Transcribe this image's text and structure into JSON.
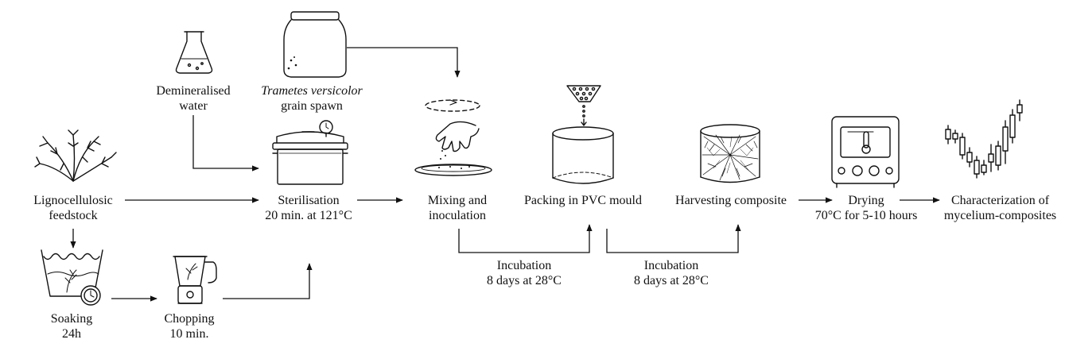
{
  "nodes": {
    "water": {
      "line1": "Demineralised",
      "line2": "water"
    },
    "spawn": {
      "line1": "Trametes versicolor",
      "line2": "grain spawn"
    },
    "feedstock": {
      "line1": "Lignocellulosic",
      "line2": "feedstock"
    },
    "soaking": {
      "line1": "Soaking",
      "line2": "24h"
    },
    "chopping": {
      "line1": "Chopping",
      "line2": "10 min."
    },
    "sterilisation": {
      "line1": "Sterilisation",
      "line2": "20 min. at 121°C"
    },
    "mixing": {
      "line1": "Mixing and",
      "line2": "inoculation"
    },
    "packing": {
      "line1": "Packing in PVC mould"
    },
    "harvesting": {
      "line1": "Harvesting composite"
    },
    "drying": {
      "line1": "Drying",
      "line2": "70°C for 5-10 hours"
    },
    "characterization": {
      "line1": "Characterization of",
      "line2": "mycelium-composites"
    },
    "incubation1": {
      "line1": "Incubation",
      "line2": "8 days at 28°C"
    },
    "incubation2": {
      "line1": "Incubation",
      "line2": "8 days at 28°C"
    }
  },
  "icons": {
    "water": "flask-icon",
    "spawn": "jar-icon",
    "feedstock": "plant-icon",
    "soaking": "soaking-basin-icon",
    "chopping": "blender-icon",
    "sterilisation": "pressure-cooker-icon",
    "mixing": "hand-inoculation-icon",
    "packing": "mould-cylinder-icon",
    "harvesting": "mycelium-block-icon",
    "drying": "oven-icon",
    "characterization": "candlestick-chart-icon"
  }
}
